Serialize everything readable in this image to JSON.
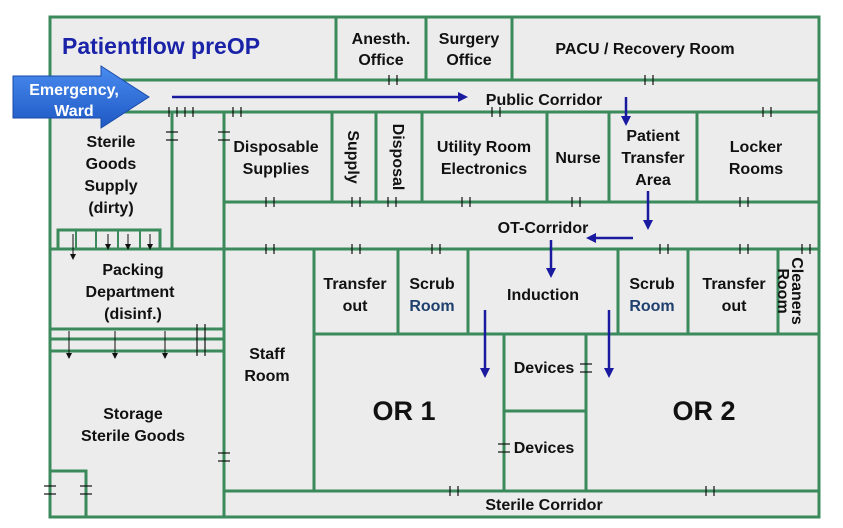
{
  "title": "Patientflow preOP",
  "entry_arrow": {
    "line1": "Emergency,",
    "line2": "Ward"
  },
  "rooms": {
    "anesth_office": [
      "Anesth.",
      "Office"
    ],
    "surgery_office": [
      "Surgery",
      "Office"
    ],
    "pacu": "PACU / Recovery Room",
    "public_corridor": "Public Corridor",
    "sterile_goods_supply": [
      "Sterile",
      "Goods",
      "Supply",
      "(dirty)"
    ],
    "disposable_supplies": [
      "Disposable",
      "Supplies"
    ],
    "supply": "Supply",
    "disposal": "Disposal",
    "utility_room": [
      "Utility Room",
      "Electronics"
    ],
    "nurse": "Nurse",
    "patient_transfer": [
      "Patient",
      "Transfer",
      "Area"
    ],
    "locker_rooms": [
      "Locker",
      "Rooms"
    ],
    "ot_corridor": "OT-Corridor",
    "packing_department": [
      "Packing",
      "Department",
      "(disinf.)"
    ],
    "transfer_out_left": [
      "Transfer",
      "out"
    ],
    "scrub_room_left": [
      "Scrub",
      "Room"
    ],
    "induction": "Induction",
    "scrub_room_right": [
      "Scrub",
      "Room"
    ],
    "transfer_out_right": [
      "Transfer",
      "out"
    ],
    "cleaners_room": [
      "Cleaners",
      "Room"
    ],
    "staff_room": [
      "Staff",
      "Room"
    ],
    "devices_top": "Devices",
    "devices_bottom": "Devices",
    "or1": "OR 1",
    "or2": "OR 2",
    "storage": [
      "Storage",
      "Sterile Goods"
    ],
    "sterile_corridor": "Sterile Corridor"
  },
  "colors": {
    "wall": "#3a8a5c",
    "room_fill": "#ececec",
    "title": "#1a23a8",
    "flow": "#1a1aa0",
    "entry_arrow": "#2f6fd6"
  }
}
